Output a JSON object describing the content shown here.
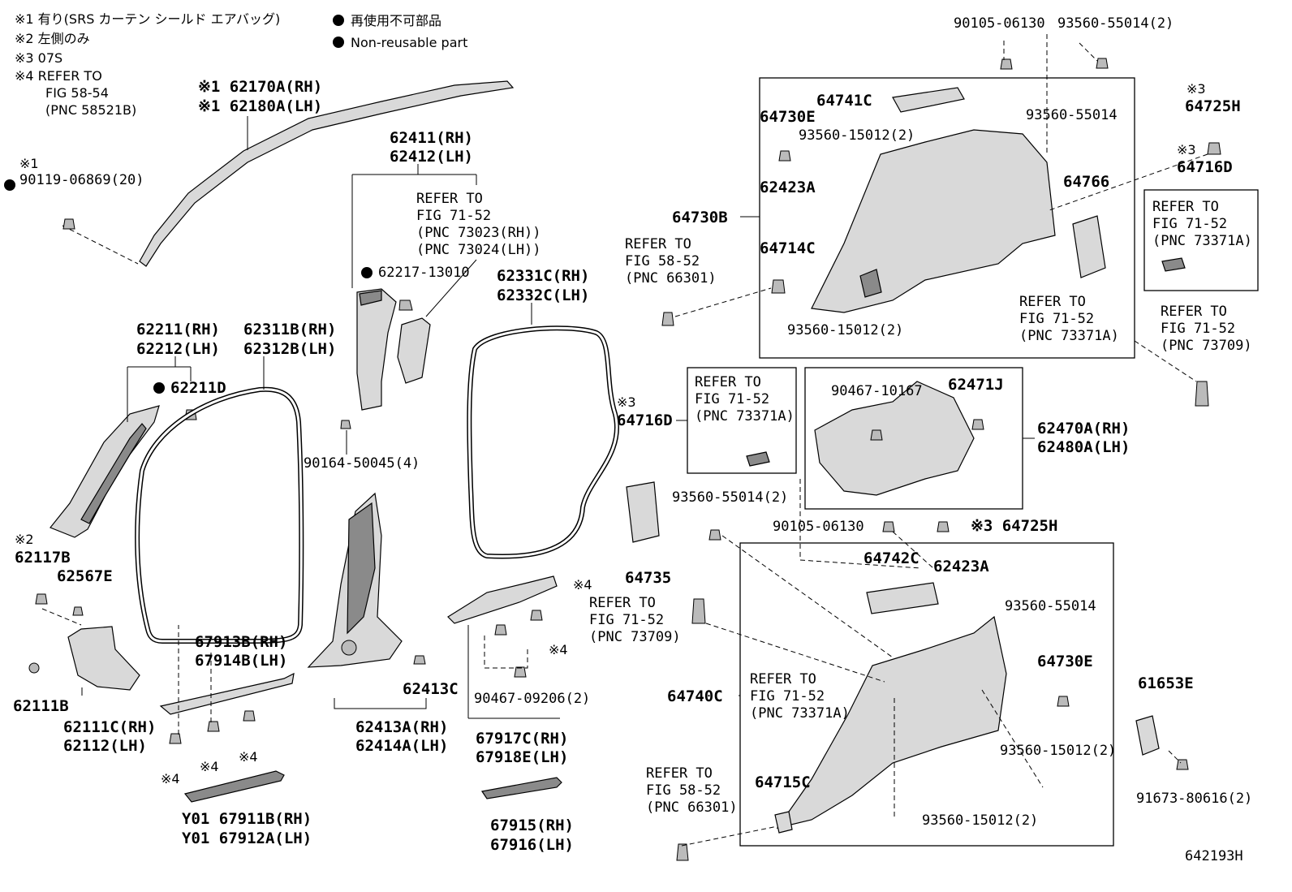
{
  "legend": {
    "notes": [
      "※1 有り(SRS カーテン シールド エアバッグ)",
      "※2 左側のみ",
      "※3 07S",
      "※4 REFER TO",
      "FIG 58-54",
      "(PNC 58521B)"
    ],
    "nonreusable_jp": "再使用不可部品",
    "nonreusable_en": "Non-reusable part"
  },
  "labels": {
    "l1": "※1 62170A(RH)",
    "l2": "※1 62180A(LH)",
    "l3": "※1",
    "l4": "90119-06869(20)",
    "l5": "62411(RH)",
    "l6": "62412(LH)",
    "l7": "REFER TO",
    "l8": "FIG 71-52",
    "l9": "(PNC 73023(RH))",
    "l10": "(PNC 73024(LH))",
    "l11": "62217-13010",
    "l12": "62331C(RH)",
    "l13": "62332C(LH)",
    "l14": "62211(RH)",
    "l15": "62212(LH)",
    "l16": "62311B(RH)",
    "l17": "62312B(LH)",
    "l18": "62211D",
    "l19": "90164-50045(4)",
    "l20": "※2",
    "l21": "62117B",
    "l22": "62567E",
    "l23": "62111B",
    "l24": "62111C(RH)",
    "l25": "62112(LH)",
    "l26": "67913B(RH)",
    "l27": "67914B(LH)",
    "l28": "※4",
    "l29": "※4",
    "l30": "※4",
    "l31": "Y01 67911B(RH)",
    "l32": "Y01 67912A(LH)",
    "l33": "62413C",
    "l34": "62413A(RH)",
    "l35": "62414A(LH)",
    "l36": "※4",
    "l37": "※4",
    "l38": "90467-09206(2)",
    "l39": "67917C(RH)",
    "l40": "67918E(LH)",
    "l41": "67915(RH)",
    "l42": "67916(LH)",
    "l43": "90105-06130",
    "l44": "93560-55014(2)",
    "l45": "64741C",
    "l46": "64730E",
    "l47": "93560-15012(2)",
    "l48": "93560-55014",
    "l49": "※3",
    "l50": "64725H",
    "l51": "※3",
    "l52": "64716D",
    "l53": "62423A",
    "l54": "64766",
    "l55": "64730B",
    "l56": "REFER TO",
    "l57": "FIG 58-52",
    "l58": "(PNC 66301)",
    "l59": "64714C",
    "l60": "REFER TO",
    "l61": "FIG 71-52",
    "l62": "(PNC 73371A)",
    "l63": "93560-15012(2)",
    "l64": "REFER TO",
    "l65": "FIG 71-52",
    "l66": "(PNC 73371A)",
    "l67": "REFER TO",
    "l68": "FIG 71-52",
    "l69": "(PNC 73709)",
    "l70": "REFER TO",
    "l71": "FIG 71-52",
    "l72": "(PNC 73371A)",
    "l73": "※3",
    "l74": "64716D",
    "l75": "90467-10167",
    "l76": "62471J",
    "l77": "62470A(RH)",
    "l78": "62480A(LH)",
    "l79": "93560-55014(2)",
    "l80": "90105-06130",
    "l81": "※3 64725H",
    "l82": "64735",
    "l83": "64742C",
    "l84": "62423A",
    "l85": "REFER TO",
    "l86": "FIG 71-52",
    "l87": "(PNC 73709)",
    "l88": "93560-55014",
    "l89": "64730E",
    "l90": "REFER TO",
    "l91": "FIG 71-52",
    "l92": "(PNC 73371A)",
    "l93": "64740C",
    "l94": "61653E",
    "l95": "93560-15012(2)",
    "l96": "REFER TO",
    "l97": "FIG 58-52",
    "l98": "(PNC 66301)",
    "l99": "64715C",
    "l100": "93560-15012(2)",
    "l101": "91673-80616(2)",
    "l102": "642193H"
  }
}
